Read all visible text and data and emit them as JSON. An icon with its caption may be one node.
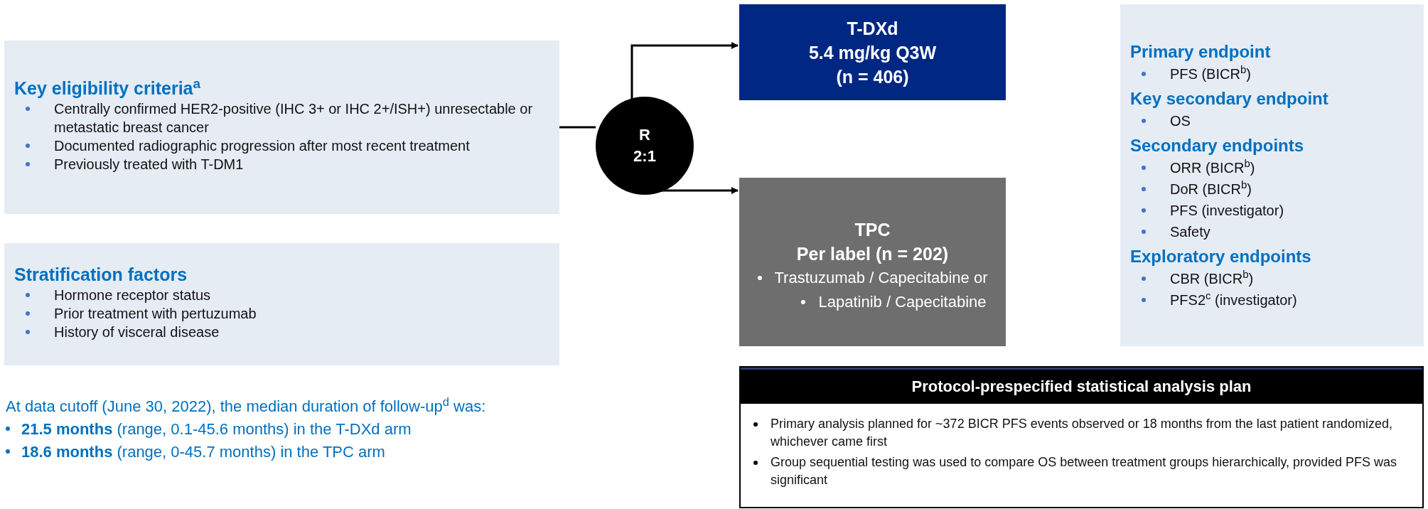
{
  "diagram": {
    "nodes": [
      {
        "text": [
          "Key eligibility criteria$^{a}$",
          "Centrally confirmed HER2-positive (IHC 3+ or IHC 2+/ISH+) unresectable or metastatic breast cancer",
          "Documented radiographic progression after most recent treatment",
          "Previously treated with T-DM1"
        ]
      },
      {
        "text": [
          "Stratification factors",
          "Hormone receptor status",
          "Prior treatment with pertuzumab",
          "History of visceral disease"
        ]
      },
      {
        "text": [
          "R",
          "2:1"
        ]
      },
      {
        "text": [
          "T-DXd",
          "5.4 mg/kg Q3W",
          "(n = 406)"
        ]
      },
      {
        "text": [
          "TPC",
          "Per label (n = 202)",
          "Trastuzumab / Capecitabine or",
          "Lapatinib / Capecitabine"
        ]
      },
      {
        "text": [
          "Primary endpoint",
          "PFS (BICR$^{b}$)",
          "Key secondary endpoint",
          "OS",
          "Secondary endpoints",
          "ORR (BICR$^{b}$)",
          "DoR (BICR$^{b}$)",
          "PFS (investigator)",
          "Safety",
          "Exploratory endpoints",
          "CBR (BICR$^{b}$)",
          "PFS2$^{c}$ (investigator)"
        ]
      },
      {
        "text": [
          "Protocol-prespecified statistical analysis plan",
          "Primary analysis planned for ~372 BICR PFS events observed or 18 months from the last patient randomized, whichever came first",
          "Group sequential testing was used to compare OS between treatment groups hierarchically, provided PFS was significant"
        ]
      }
    ],
    "edges": [
      {
        "from": 0,
        "to": 2,
        "arrow": "none"
      },
      {
        "from": 2,
        "to": 3,
        "arrow": "to"
      },
      {
        "from": 2,
        "to": 4,
        "arrow": "to"
      }
    ],
    "labels": [
      "At data cutoff (June 30, 2022), the median duration of follow-up$^{d}$ was:",
      "**21.5 months** (range, 0.1-45.6 months) in the T-DXd arm",
      "**18.6 months** (range, 0-45.7 months) in the TPC arm"
    ]
  }
}
